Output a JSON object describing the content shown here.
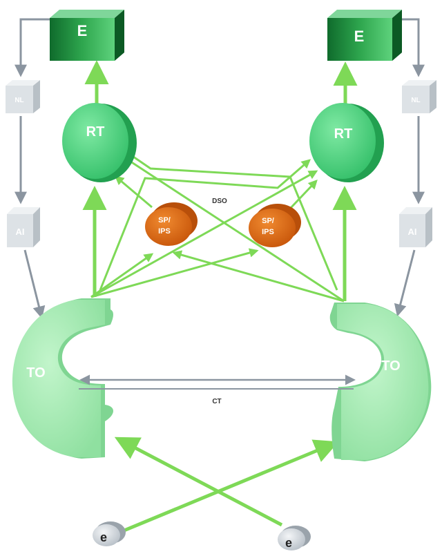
{
  "labels": {
    "e_box": "E",
    "nl_box": "NL",
    "ai_box": "AI",
    "rt_node": "RT",
    "spi_line1": "SP/",
    "spi_line2": "IPS",
    "to_node": "TO",
    "dso": "DSO",
    "ct": "CT",
    "e_small": "e"
  },
  "colors": {
    "green_arrow": "#7ed957",
    "green_node": "#5fd88a",
    "green_dark": "#1e8a3c",
    "to_fill": "#a8edb6",
    "orange": "#e06a10",
    "gray_arrow": "#8b95a0",
    "gray_box": "#dde2e6"
  }
}
